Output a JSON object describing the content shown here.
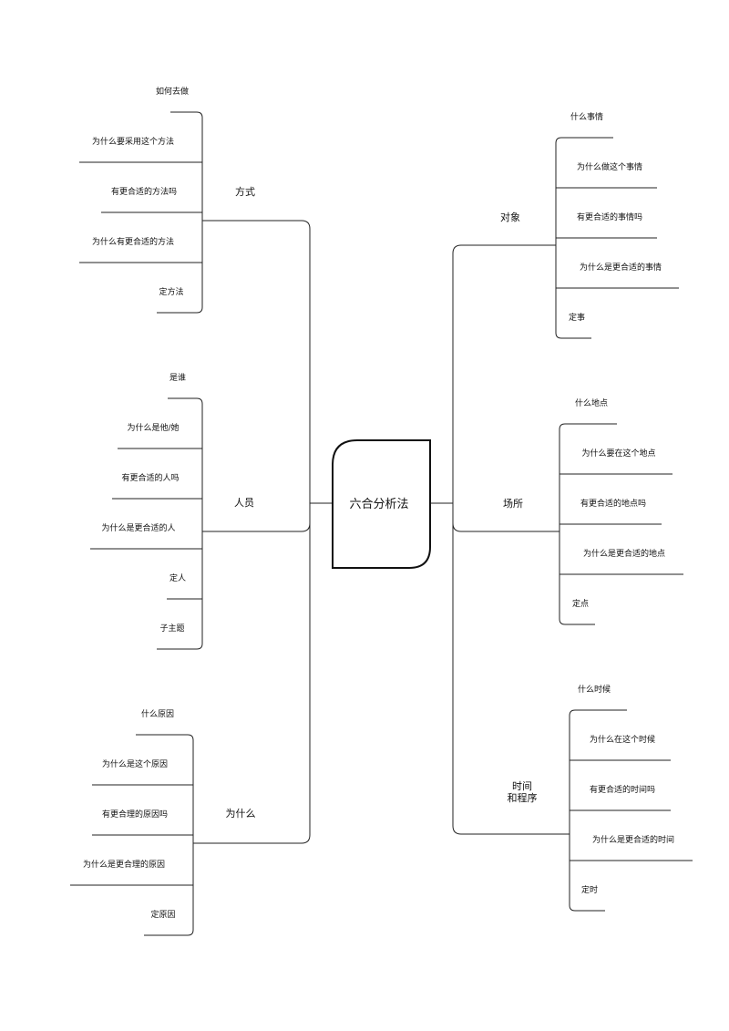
{
  "root": {
    "label": "六合分析法"
  },
  "branches": [
    {
      "label": "方式",
      "items": [
        "如何去做",
        "为什么要采用这个方法",
        "有更合适的方法吗",
        "为什么有更合适的方法",
        "定方法"
      ]
    },
    {
      "label": "人员",
      "items": [
        "是谁",
        "为什么是他/她",
        "有更合适的人吗",
        "为什么是更合适的人",
        "定人",
        "子主题"
      ]
    },
    {
      "label": "为什么",
      "items": [
        "什么原因",
        "为什么是这个原因",
        "有更合理的原因吗",
        "为什么是更合理的原因",
        "定原因"
      ]
    },
    {
      "label": "对象",
      "items": [
        "什么事情",
        "为什么做这个事情",
        "有更合适的事情吗",
        "为什么是更合适的事情",
        "定事"
      ]
    },
    {
      "label": "场所",
      "items": [
        "什么地点",
        "为什么要在这个地点",
        "有更合适的地点吗",
        "为什么是更合适的地点",
        "定点"
      ]
    },
    {
      "label_lines": [
        "时间",
        "和程序"
      ],
      "items": [
        "什么时候",
        "为什么在这个时候",
        "有更合适的时间吗",
        "为什么是更合适的时间",
        "定时"
      ]
    }
  ]
}
